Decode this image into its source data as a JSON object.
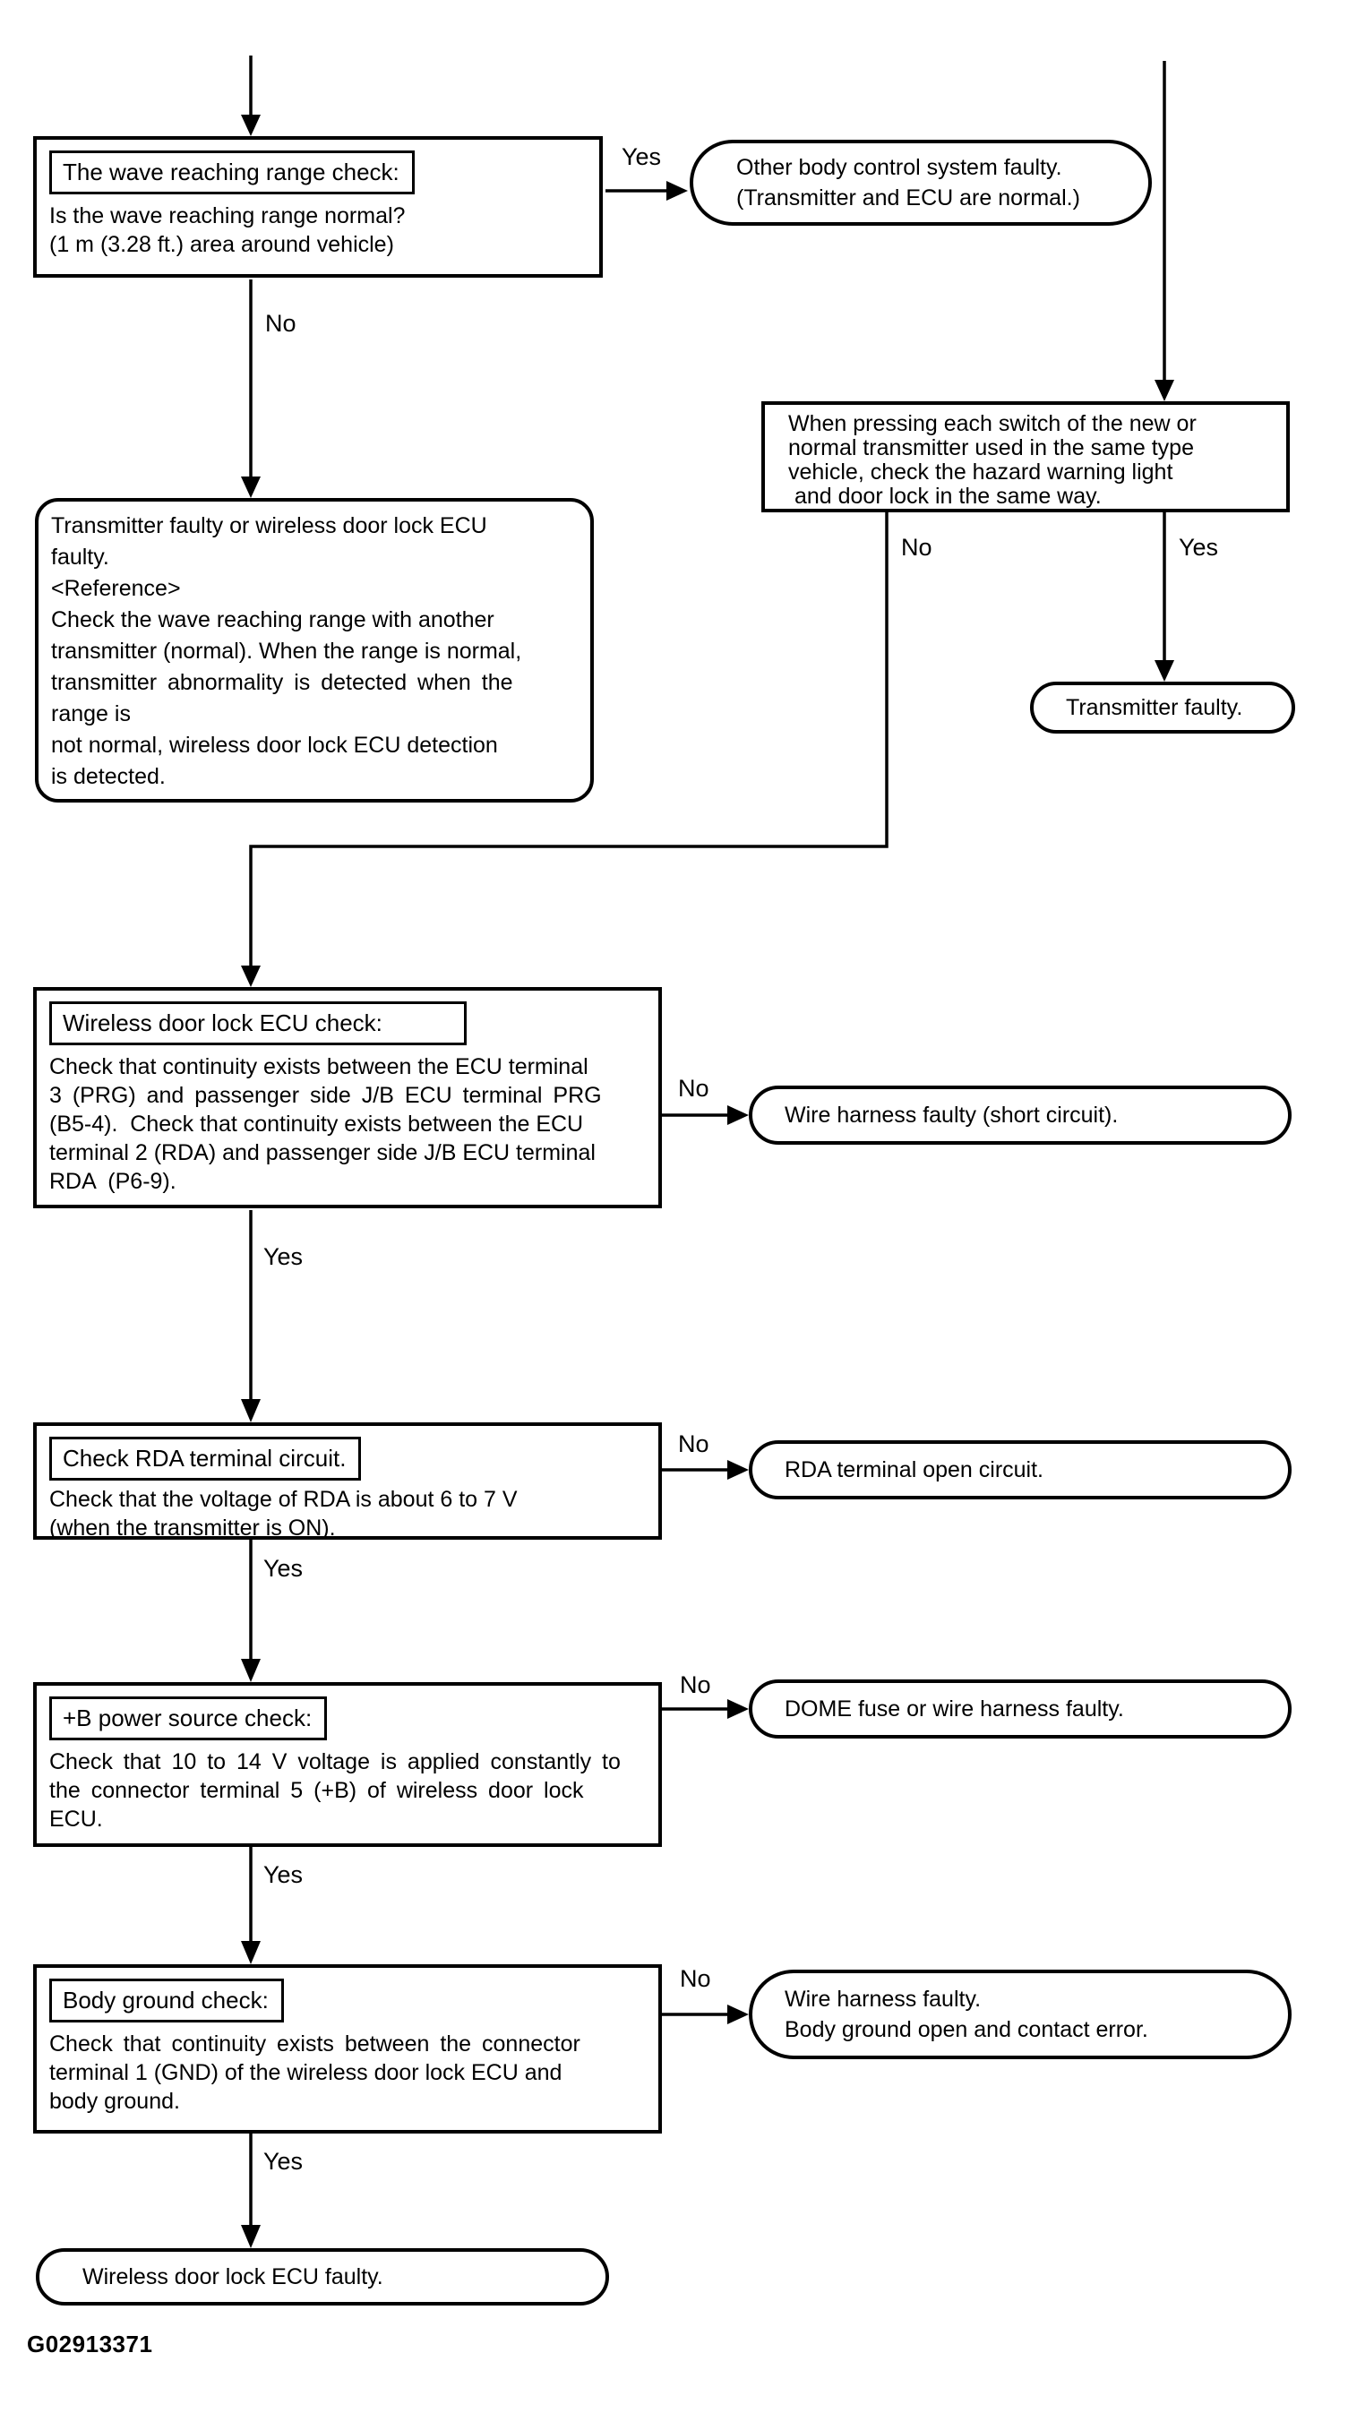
{
  "diagram": {
    "figure_id": "G02913371",
    "labels": {
      "yes": "Yes",
      "no": "No"
    },
    "nodes": {
      "wave_check": {
        "title": "The wave reaching range check:",
        "lines": [
          "Is the wave reaching range normal?",
          "(1 m (3.28 ft.) area around vehicle)"
        ]
      },
      "other_body": {
        "lines": [
          "Other body control system faulty.",
          "(Transmitter and ECU are normal.)"
        ]
      },
      "press_switch": {
        "lines": [
          "When pressing each switch of the new or",
          "normal transmitter used in the same type",
          "vehicle, check the hazard warning light",
          " and door lock in the same way."
        ]
      },
      "transmitter_faulty": {
        "lines": [
          "Transmitter faulty."
        ]
      },
      "reference": {
        "lines": [
          "Transmitter faulty or wireless door lock ECU",
          "faulty.",
          "<Reference>",
          "Check the wave reaching range with another",
          "transmitter (normal). When the range is normal,",
          "transmitter abnormality is detected when the",
          "range is",
          "not normal, wireless door lock ECU detection",
          "is detected."
        ]
      },
      "ecu_check": {
        "title": "Wireless door lock ECU check:",
        "lines": [
          "Check that continuity exists between the ECU terminal",
          "3 (PRG) and passenger side J/B ECU terminal PRG",
          "(B5-4).  Check that continuity exists between the ECU",
          "terminal 2 (RDA) and passenger side J/B ECU terminal",
          "RDA  (P6-9)."
        ]
      },
      "wire_harness_short": {
        "lines": [
          "Wire harness faulty (short circuit)."
        ]
      },
      "rda_check": {
        "title": "Check RDA terminal circuit.",
        "lines": [
          "Check that the voltage of RDA is about 6 to 7 V",
          "(when the transmitter is ON)."
        ]
      },
      "rda_open": {
        "lines": [
          "RDA terminal open circuit."
        ]
      },
      "power_check": {
        "title": "+B power source check:",
        "lines": [
          "Check that 10 to 14 V voltage is applied constantly to",
          "the connector terminal 5 (+B) of wireless door lock",
          "ECU."
        ]
      },
      "dome_fuse": {
        "lines": [
          "DOME fuse or wire harness faulty."
        ]
      },
      "ground_check": {
        "title": "Body ground check:",
        "lines": [
          "Check that continuity exists between the connector",
          "terminal 1 (GND) of the wireless door lock ECU and",
          "body ground."
        ]
      },
      "wire_harness_ground": {
        "lines": [
          "Wire harness faulty.",
          "Body ground open and contact error."
        ]
      },
      "ecu_faulty": {
        "lines": [
          "Wireless door lock ECU faulty."
        ]
      }
    }
  }
}
